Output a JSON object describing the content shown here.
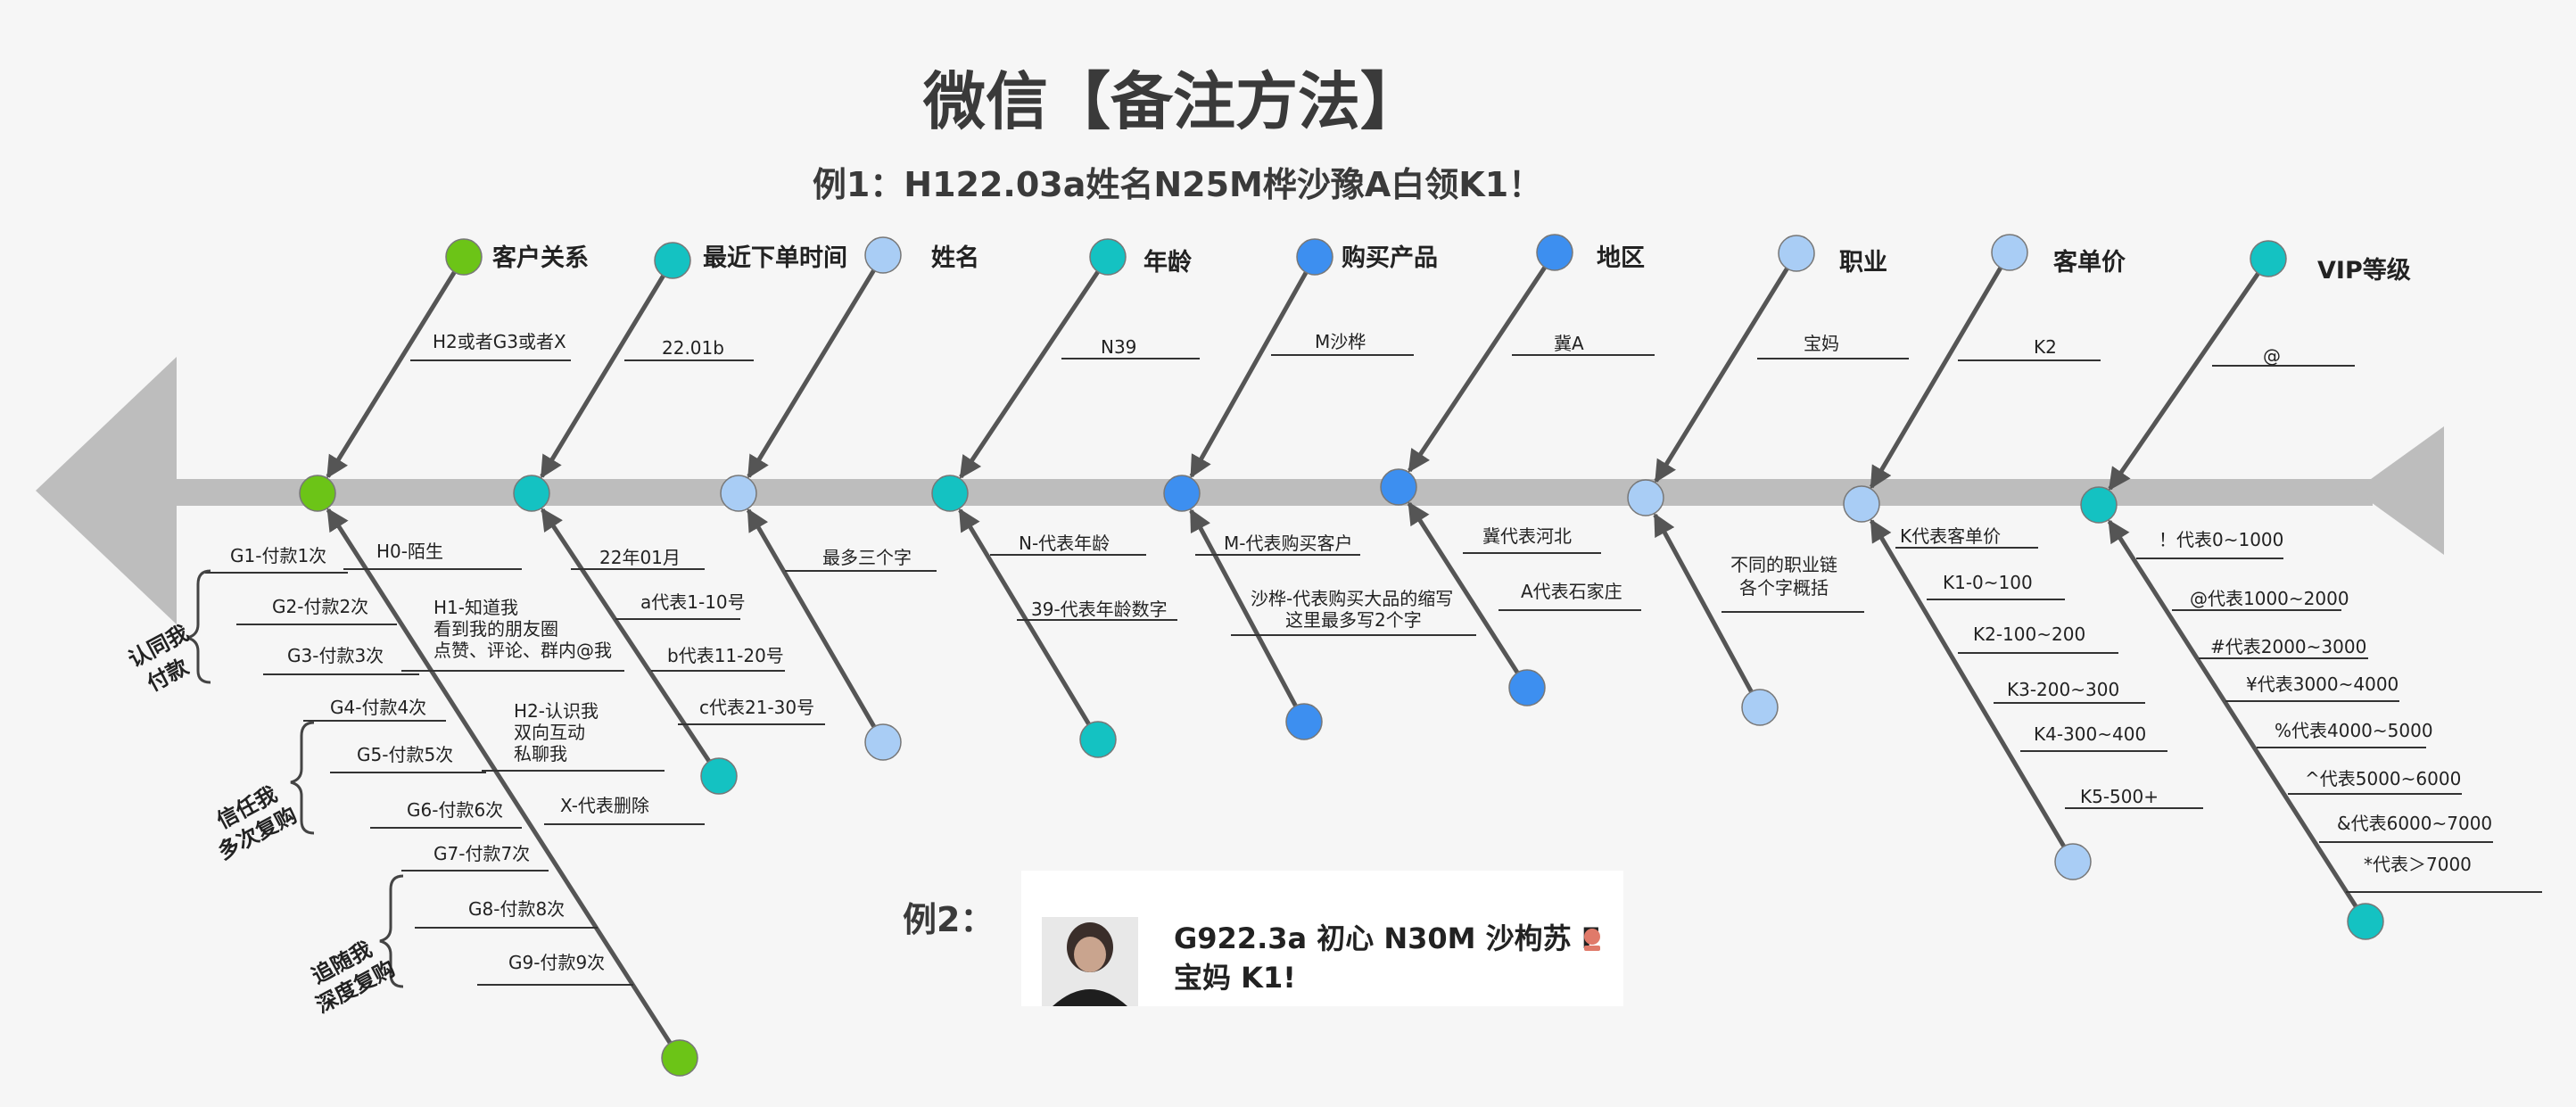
{
  "title": "微信【备注方法】",
  "example1": "例1：H122.03a姓名N25M桦沙豫A白领K1！",
  "example2": {
    "label": "例2：",
    "line1": "G922.3a 初心 N30M 沙枸苏 F",
    "line2": "宝妈 K1!"
  },
  "colors": {
    "spine": "#bdbdbd",
    "bone": "#555555",
    "green": "#6cc417",
    "teal": "#14c2c2",
    "lightblue": "#a9cdf5",
    "blue": "#3d8ff0"
  },
  "categories": [
    {
      "label": "客户关系",
      "example": "H2或者G3或者X",
      "color": "green"
    },
    {
      "label": "最近下单时间",
      "example": "22.01b",
      "color": "teal"
    },
    {
      "label": "姓名",
      "example": "",
      "color": "lightblue"
    },
    {
      "label": "年龄",
      "example": "N39",
      "color": "teal"
    },
    {
      "label": "购买产品",
      "example": "M沙桦",
      "color": "blue"
    },
    {
      "label": "地区",
      "example": "冀A",
      "color": "blue"
    },
    {
      "label": "职业",
      "example": "宝妈",
      "color": "lightblue"
    },
    {
      "label": "客单价",
      "example": "K2",
      "color": "lightblue"
    },
    {
      "label": "VIP等级",
      "example": "@",
      "color": "teal"
    }
  ],
  "lower_notes": {
    "relation_h": [
      "H0-陌生",
      "H1-知道我",
      "看到我的朋友圈",
      "点赞、评论、群内@我",
      "H2-认识我",
      "双向互动",
      "私聊我",
      "X-代表删除"
    ],
    "relation_g": [
      "G1-付款1次",
      "G2-付款2次",
      "G3-付款3次",
      "G4-付款4次",
      "G5-付款5次",
      "G6-付款6次",
      "G7-付款7次",
      "G8-付款8次",
      "G9-付款9次"
    ],
    "groups": [
      "认同我",
      "付款",
      "信任我",
      "多次复购",
      "追随我",
      "深度复购"
    ],
    "time": [
      "22年01月",
      "a代表1-10号",
      "b代表11-20号",
      "c代表21-30号"
    ],
    "name": [
      "最多三个字"
    ],
    "age": [
      "N-代表年龄",
      "39-代表年龄数字"
    ],
    "product": [
      "M-代表购买客户",
      "沙桦-代表购买大品的缩写",
      "这里最多写2个字"
    ],
    "region": [
      "冀代表河北",
      "A代表石家庄"
    ],
    "job": [
      "不同的职业链",
      "各个字概括"
    ],
    "price": [
      "K代表客单价",
      "K1-0~100",
      "K2-100~200",
      "K3-200~300",
      "K4-300~400",
      "K5-500+"
    ],
    "vip": [
      "！代表0~1000",
      "@代表1000~2000",
      "#代表2000~3000",
      "¥代表3000~4000",
      "%代表4000~5000",
      "^代表5000~6000",
      "&代表6000~7000",
      "*代表＞7000"
    ]
  }
}
